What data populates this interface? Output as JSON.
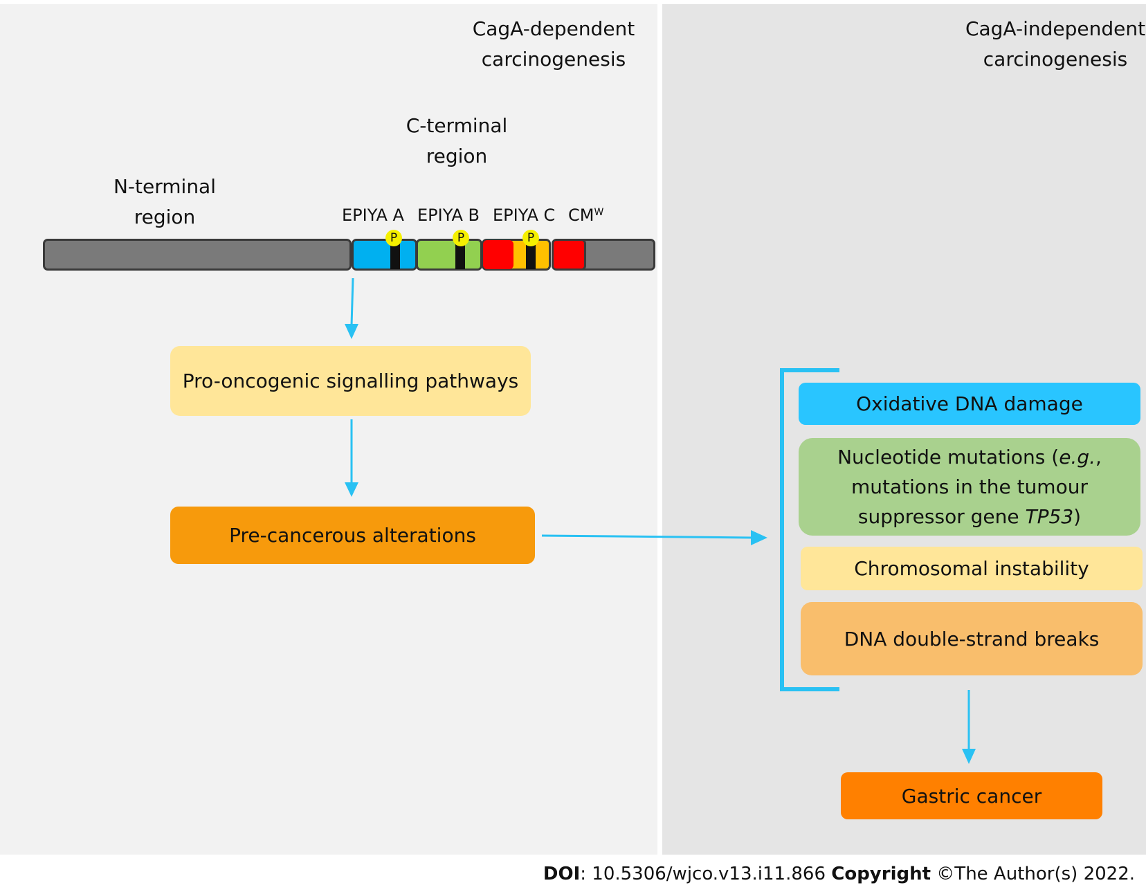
{
  "colors": {
    "arrow": "#29c1f3",
    "n_terminal": "#7a7a7a",
    "epiya_a": "#00b0f0",
    "epiya_b": "#92d050",
    "epiya_c": "#ffc000",
    "cm": "#ff0000",
    "phospho": "#f5f000",
    "pro_oncogenic": "#ffe699",
    "pre_cancerous": "#f79a0c",
    "oxidative": "#29c5ff",
    "nucleotide": "#a9d18e",
    "chromosomal": "#ffe699",
    "dsb": "#f9be6c",
    "gastric": "#ff8000"
  },
  "left_panel": {
    "title_line1": "CagA-dependent",
    "title_line2": "carcinogenesis",
    "n_terminal_line1": "N-terminal",
    "n_terminal_line2": "region",
    "c_terminal_line1": "C-terminal",
    "c_terminal_line2": "region",
    "epiya_a": "EPIYA A",
    "epiya_b": "EPIYA B",
    "epiya_c": "EPIYA C",
    "cm": "CM",
    "cm_sup": "W",
    "phospho_label": "P",
    "pro_oncogenic": "Pro-oncogenic signalling pathways",
    "pre_cancerous": "Pre-cancerous alterations"
  },
  "right_panel": {
    "title_line1": "CagA-independent",
    "title_line2": "carcinogenesis",
    "oxidative": "Oxidative DNA damage",
    "nucleotide_pre": "Nucleotide mutations (",
    "nucleotide_eg": "e.g.",
    "nucleotide_mid": ", mutations in the tumour suppressor gene ",
    "nucleotide_gene": "TP53",
    "nucleotide_post": ")",
    "chromosomal": "Chromosomal instability",
    "dsb": "DNA double-strand breaks",
    "gastric": "Gastric cancer"
  },
  "footer": {
    "doi_label": "DOI",
    "doi_value": ": 10.5306/wjco.v13.i11.866 ",
    "copyright_label": "Copyright",
    "copyright_value": " ©The Author(s) 2022."
  }
}
